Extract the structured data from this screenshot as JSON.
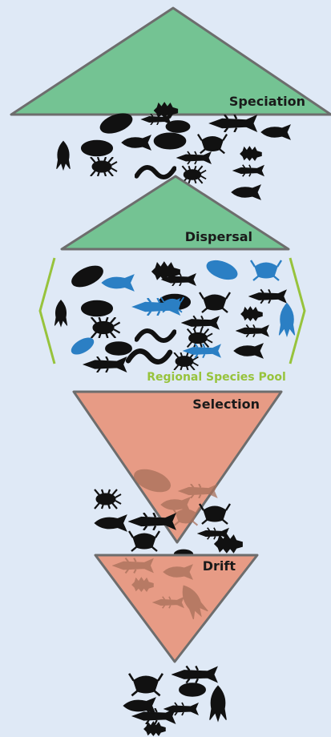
{
  "diagram": {
    "stages": [
      {
        "id": "speciation",
        "label": "Speciation"
      },
      {
        "id": "dispersal",
        "label": "Dispersal"
      },
      {
        "id": "selection",
        "label": "Selection"
      },
      {
        "id": "drift",
        "label": "Drift"
      }
    ],
    "pool_label": "Regional Species Pool"
  },
  "colors": {
    "background": "#dfe9f6",
    "speciation_fill": "#74c393",
    "selection_fill": "#e79b85",
    "stroke": "#6d6d6d",
    "pool_bracket": "#97c33c",
    "pool_label": "#97c33c",
    "organism_dark": "#111111",
    "organism_blue": "#2b7fc4",
    "organism_brown": "#a8705a"
  },
  "icons": [
    "organism-silhouette-icon"
  ]
}
